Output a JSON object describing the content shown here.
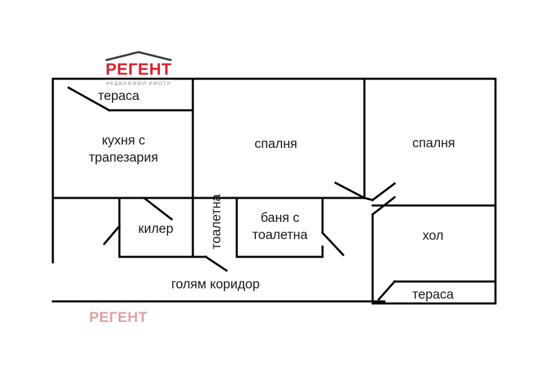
{
  "page": {
    "background_color": "#ffffff",
    "wall_color": "#000000",
    "label_color": "#1a1a1a"
  },
  "logo": {
    "name": "РЕГЕНТ",
    "tagline": "НЕДВИЖИМИ ИМОТИ",
    "brand_color": "#d9232e",
    "tagline_color": "#8c8c8c",
    "rule_color": "#9a9a9a",
    "roof_color": "#3b3b3b"
  },
  "watermark": {
    "text": "РЕГЕНТ",
    "color": "#e2a0a0"
  },
  "rooms": [
    {
      "id": "terrace-top",
      "label": "тераса"
    },
    {
      "id": "kitchen-dining",
      "label_line1": "кухня с",
      "label_line2": "трапезария"
    },
    {
      "id": "pantry",
      "label": "килер"
    },
    {
      "id": "toilet",
      "label": "тоалетна"
    },
    {
      "id": "bathroom-wc",
      "label_line1": "баня с",
      "label_line2": "тоалетна"
    },
    {
      "id": "bedroom-middle",
      "label": "спалня"
    },
    {
      "id": "bedroom-right",
      "label": "спалня"
    },
    {
      "id": "hall",
      "label": "хол"
    },
    {
      "id": "terrace-bottom",
      "label": "тераса"
    },
    {
      "id": "corridor",
      "label": "голям коридор"
    }
  ]
}
